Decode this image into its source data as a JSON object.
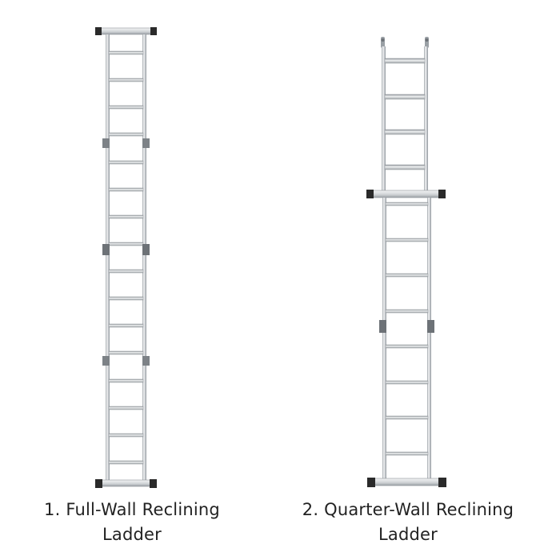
{
  "image": {
    "background": "#ffffff",
    "ladders": [
      {
        "caption_lines": [
          "1. Full-Wall Reclining",
          "Ladder"
        ],
        "configuration": "straight, fully extended",
        "rung_count": 16,
        "hinge_joints": 3
      },
      {
        "caption_lines": [
          "2. Quarter-Wall Reclining",
          "Ladder"
        ],
        "configuration": "upper section with top hooks, mid crossbar, lower section",
        "rung_count": 12,
        "hinge_joints": 1
      }
    ],
    "colors": {
      "aluminum": "#c9cdd1",
      "aluminum_light": "#eceef0",
      "aluminum_dark": "#8d9297",
      "end_cap": "#2a2a2a",
      "caption_text": "#222222"
    }
  }
}
